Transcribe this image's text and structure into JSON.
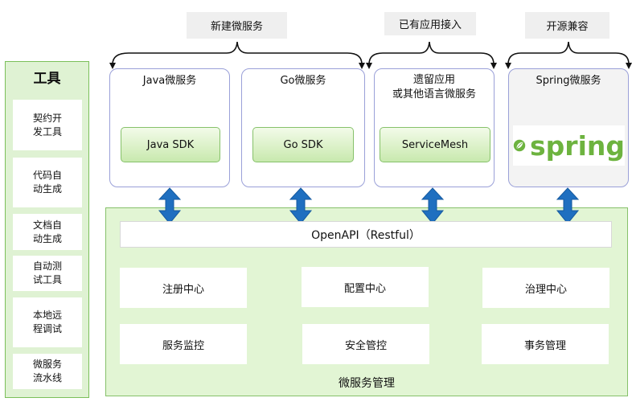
{
  "top_labels": {
    "new_service": "新建微服务",
    "existing_app": "已有应用接入",
    "open_compat": "开源兼容"
  },
  "tools": {
    "title": "工具",
    "items": [
      "契约开\n发工具",
      "代码自\n动生成",
      "文档自\n动生成",
      "自动测\n试工具",
      "本地远\n程调试",
      "微服务\n流水线"
    ]
  },
  "services": [
    {
      "title": "Java微服务",
      "sdk": "Java SDK"
    },
    {
      "title": "Go微服务",
      "sdk": "Go SDK"
    },
    {
      "title": "遗留应用\n或其他语言微服务",
      "sdk": "ServiceMesh"
    },
    {
      "title": "Spring微服务",
      "logo_text": "spring"
    }
  ],
  "openapi": "OpenAPI（Restful）",
  "management": {
    "cells": [
      "注册中心",
      "配置中心",
      "治理中心",
      "服务监控",
      "安全管控",
      "事务管理"
    ],
    "title": "微服务管理"
  },
  "colors": {
    "green_panel": "#e2f5d4",
    "arrow_blue": "#1f6fc0",
    "spring_green": "#6db33f"
  }
}
